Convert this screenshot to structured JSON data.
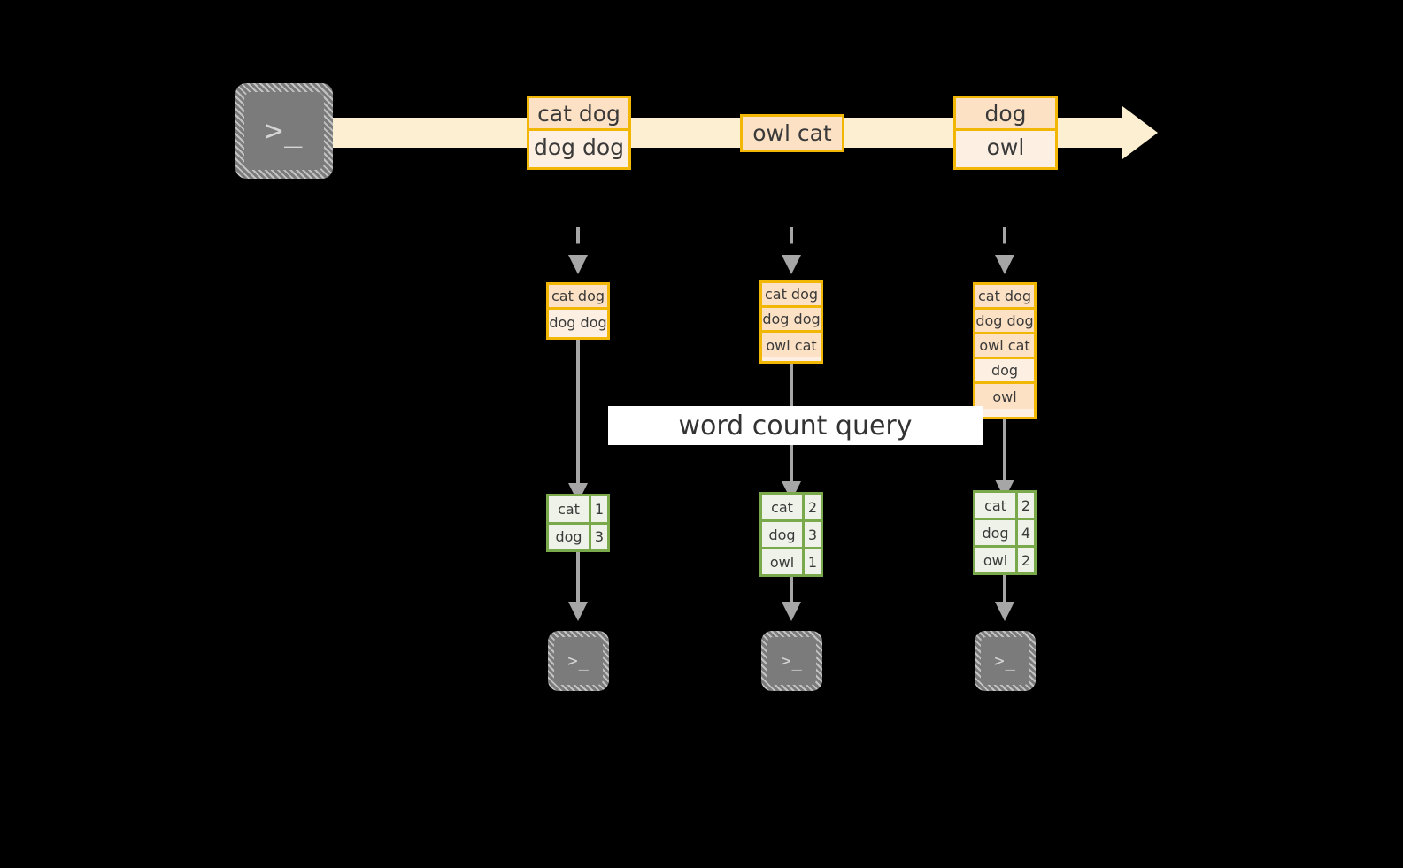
{
  "diagram": {
    "title_banner": "word count query",
    "source": {
      "icon": "terminal-prompt-icon",
      "glyph": ">_"
    },
    "stream": {
      "records": [
        {
          "lines": [
            "cat dog",
            "dog dog"
          ]
        },
        {
          "lines": [
            "owl cat"
          ]
        },
        {
          "lines": [
            "dog",
            "owl"
          ]
        }
      ]
    },
    "snapshots": [
      {
        "name": "snapshot-1",
        "lines": [
          "cat dog",
          "dog dog"
        ],
        "counts": [
          {
            "word": "cat",
            "count": "1"
          },
          {
            "word": "dog",
            "count": "3"
          }
        ],
        "sink": {
          "icon": "terminal-prompt-icon",
          "glyph": ">_"
        }
      },
      {
        "name": "snapshot-2",
        "lines": [
          "cat dog",
          "dog dog",
          "owl cat"
        ],
        "counts": [
          {
            "word": "cat",
            "count": "2"
          },
          {
            "word": "dog",
            "count": "3"
          },
          {
            "word": "owl",
            "count": "1"
          }
        ],
        "sink": {
          "icon": "terminal-prompt-icon",
          "glyph": ">_"
        }
      },
      {
        "name": "snapshot-3",
        "lines": [
          "cat dog",
          "dog dog",
          "owl cat",
          "dog",
          "owl"
        ],
        "counts": [
          {
            "word": "cat",
            "count": "2"
          },
          {
            "word": "dog",
            "count": "4"
          },
          {
            "word": "owl",
            "count": "2"
          }
        ],
        "sink": {
          "icon": "terminal-prompt-icon",
          "glyph": ">_"
        }
      }
    ],
    "colors": {
      "background": "#000000",
      "stream_band": "#fdf0d2",
      "record_border": "#f2b705",
      "record_fill_light": "#fdf0e2",
      "record_fill_dark": "#fce1c4",
      "count_border": "#7aa94c",
      "count_fill": "#eef2e8",
      "connector": "#a6a6a6",
      "terminal_fill": "#7b7b7b",
      "banner_fill": "#ffffff",
      "text": "#3a3a3a"
    }
  }
}
